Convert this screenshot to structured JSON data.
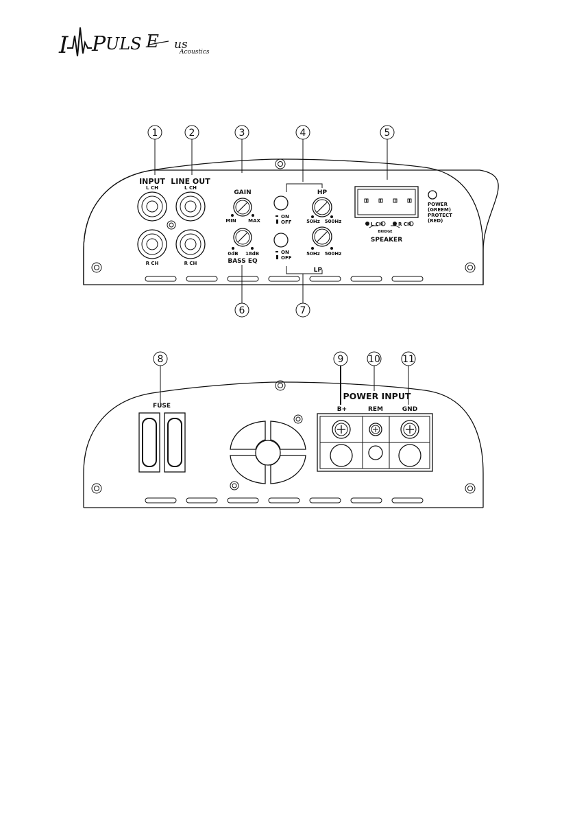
{
  "logo": {
    "brand_parts": [
      "I",
      "P",
      "ULS",
      "E"
    ],
    "suffix": "us",
    "tagline": "Acoustics"
  },
  "callouts": {
    "top": [
      "1",
      "2",
      "3",
      "4",
      "5"
    ],
    "bottom_top_panel": [
      "6",
      "7"
    ],
    "bottom_panel": [
      "8",
      "9",
      "10",
      "11"
    ]
  },
  "front_panel": {
    "input_label": "INPUT",
    "line_out_label": "LINE OUT",
    "l_ch": "L CH",
    "r_ch": "R CH",
    "gain_label": "GAIN",
    "gain_min": "MIN",
    "gain_max": "MAX",
    "bass_eq_label": "BASS EQ",
    "bass_min": "0dB",
    "bass_max": "18dB",
    "hp_label": "HP",
    "lp_label": "LP",
    "switch_on": "ON",
    "switch_off": "OFF",
    "freq_min": "50Hz",
    "freq_max": "500Hz",
    "speaker_label": "SPEAKER",
    "speaker_l": "L CH",
    "speaker_r": "R CH",
    "bridge_label": "BRIDGE",
    "power_led_lines": [
      "POWER",
      "(GREEM)",
      "PROTECT",
      "(RED)"
    ]
  },
  "rear_panel": {
    "fuse_label": "FUSE",
    "power_input_label": "POWER INPUT",
    "b_plus": "B+",
    "rem": "REM",
    "gnd": "GND"
  }
}
